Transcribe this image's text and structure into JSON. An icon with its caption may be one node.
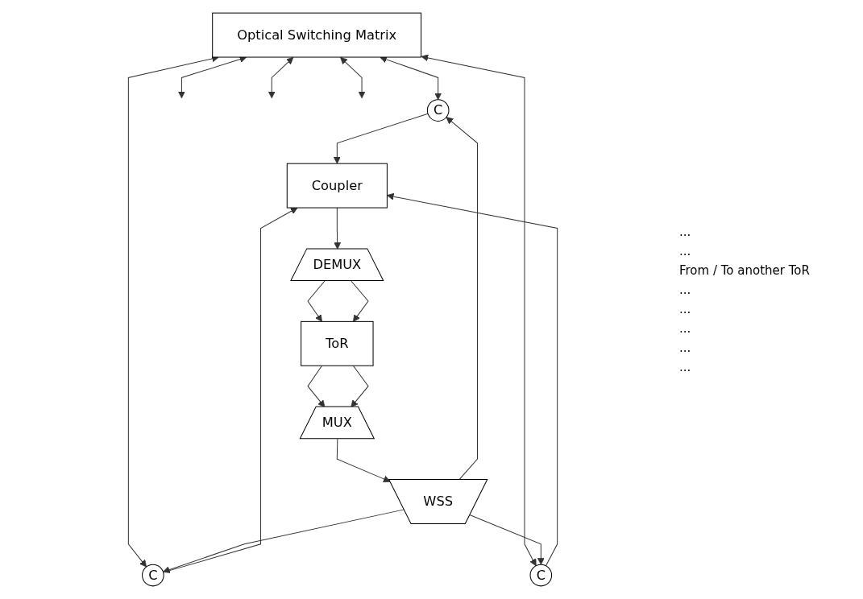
{
  "diagram": {
    "nodes": [
      {
        "text": [
          "Optical Switching Matrix"
        ]
      },
      {
        "text": [
          "C"
        ]
      },
      {
        "text": [
          "C"
        ]
      },
      {
        "text": [
          "C"
        ]
      },
      {
        "text": [
          "WSS"
        ]
      },
      {
        "text": [
          "Coupler"
        ]
      },
      {
        "text": [
          "MUX"
        ]
      },
      {
        "text": [
          "DEMUX"
        ]
      },
      {
        "text": [
          "ToR"
        ]
      }
    ],
    "edges": [
      {
        "from": 0,
        "to": 1,
        "arrow": "both"
      },
      {
        "from": 0,
        "to": 2,
        "arrow": "both"
      },
      {
        "from": 0,
        "to": 3,
        "arrow": "both"
      },
      {
        "from": 0,
        "to": null,
        "arrow": "both"
      },
      {
        "from": 0,
        "to": null,
        "arrow": "both"
      },
      {
        "from": 0,
        "to": null,
        "arrow": "both"
      },
      {
        "from": 4,
        "to": 1,
        "arrow": "to"
      },
      {
        "from": 4,
        "to": 2,
        "arrow": "to"
      },
      {
        "from": 4,
        "to": 3,
        "arrow": "to"
      },
      {
        "from": 1,
        "to": 5,
        "arrow": "to"
      },
      {
        "from": 2,
        "to": 5,
        "arrow": "to"
      },
      {
        "from": 3,
        "to": 5,
        "arrow": "to"
      },
      {
        "from": 6,
        "to": 4,
        "arrow": "to"
      },
      {
        "from": 5,
        "to": 7,
        "arrow": "to"
      },
      {
        "from": 8,
        "to": 6,
        "arrow": "to"
      },
      {
        "from": 8,
        "to": 6,
        "arrow": "to"
      },
      {
        "from": 7,
        "to": 8,
        "arrow": "to"
      },
      {
        "from": 7,
        "to": 8,
        "arrow": "to"
      }
    ],
    "labels": [
      "...",
      "...",
      "From / To another ToR",
      "...",
      "...",
      "...",
      "...",
      "..."
    ]
  }
}
